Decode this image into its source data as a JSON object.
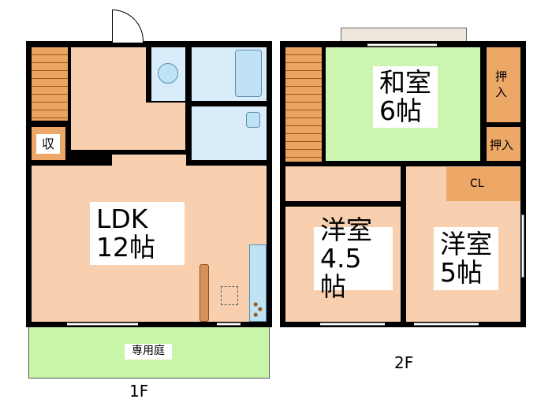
{
  "floor1": {
    "label": "1F",
    "rooms": {
      "ldk": {
        "name": "LDK",
        "size": "12帖"
      },
      "storage": {
        "name": "収"
      },
      "garden": {
        "name": "専用庭"
      }
    }
  },
  "floor2": {
    "label": "2F",
    "rooms": {
      "washitsu": {
        "name": "和室",
        "size": "6帖"
      },
      "oshiire_upper": {
        "name": "押入"
      },
      "oshiire_lower": {
        "name": "押入"
      },
      "closet": {
        "name": "CL"
      },
      "yoshitsu_a": {
        "name": "洋室",
        "size": "4.5帖"
      },
      "yoshitsu_b": {
        "name": "洋室",
        "size": "5帖"
      }
    }
  },
  "colors": {
    "room": "#f8d0b0",
    "storage": "#eda766",
    "wet_area": "#d8ecfa",
    "tatami": "#ccf5b0",
    "garden": "#c8f5a8"
  }
}
